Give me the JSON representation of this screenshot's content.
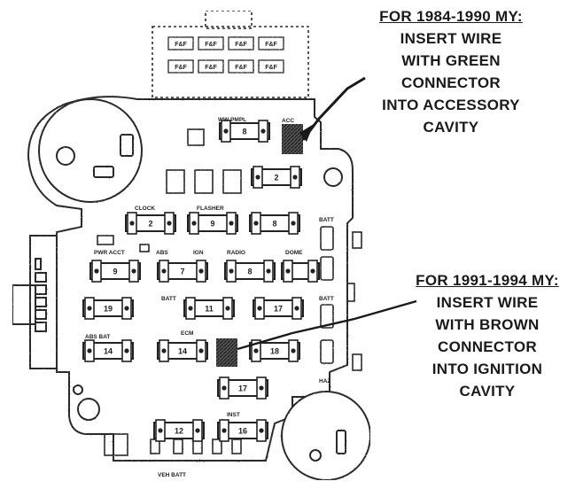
{
  "notes": {
    "top": {
      "heading": "FOR 1984-1990 MY:",
      "lines": [
        "INSERT WIRE",
        "WITH GREEN",
        "CONNECTOR",
        "INTO ACCESSORY",
        "CAVITY"
      ]
    },
    "bottom": {
      "heading": "FOR 1991-1994 MY:",
      "lines": [
        "INSERT WIRE",
        "WITH BROWN",
        "CONNECTOR",
        "INTO IGNITION",
        "CAVITY"
      ]
    }
  },
  "fuse_labels": {
    "upper_block": [
      "F&F",
      "F&F",
      "F&F",
      "F&F",
      "F&F",
      "F&F",
      "F&F",
      "F&F"
    ],
    "wwpump": "WW PMPL",
    "acc": "ACC",
    "clock": "CLOCK",
    "flasher": "FLASHER",
    "pwr_acct": "PWR ACCT",
    "abs": "ABS",
    "ign": "IGN",
    "radio": "RADIO",
    "dome": "DOME",
    "batt1": "BATT",
    "batt2": "BATT",
    "batt3": "BATT",
    "haz": "HAZ",
    "abs_bat": "ABS BAT",
    "ecm": "ECM",
    "inst": "INST",
    "vehicle_bat": "VEH BATT"
  },
  "fuse_values": {
    "f_wiper": "8",
    "f_row2": "2",
    "f_clock": "2",
    "f_flasher": "9",
    "f_radio_top": "8",
    "f_pwr": "9",
    "f_abs": "7",
    "f_radio": "8",
    "f_r3_1": "19",
    "f_r3_2": "11",
    "f_r3_3": "17",
    "f_r4_1": "14",
    "f_r4_2": "14",
    "f_r4_3": "18",
    "f_r5_1": "17",
    "f_r6_1": "12",
    "f_r6_2": "16"
  }
}
